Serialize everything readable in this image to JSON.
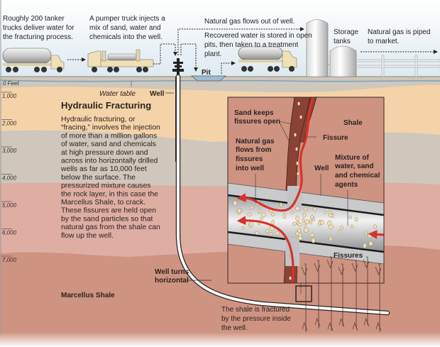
{
  "title": "Hydraulic Fracturing",
  "description_lines": [
    "Hydraulic fracturing, or",
    "“fracing,” involves the injection",
    "of more than a million gallons",
    "of water, sand and chemicals",
    "at high pressure down and",
    "across into horizontally drilled",
    "wells as far as 10,000 feet",
    "below the surface. The",
    "pressurized mixture causes",
    "the rock layer, in this case the",
    "Marcellus Shale, to crack.",
    "These fissures are held open",
    "by the sand particles so that",
    "natural gas from the shale can",
    "flow up the well."
  ],
  "surface": {
    "tanker_caption": [
      "Roughly 200 tanker",
      "trucks deliver water for",
      "the fracturing process."
    ],
    "pumper_caption": [
      "A pumper truck injects a",
      "mix of sand, water and",
      "chemicals into the well."
    ],
    "gas_out_caption": "Natural gas flows out of well.",
    "recovered_caption": [
      "Recovered water is stored in open",
      "pits, then taken to a treatment",
      "plant."
    ],
    "storage_caption": [
      "Storage",
      "tanks"
    ],
    "market_caption": [
      "Natural gas is piped",
      "to market."
    ],
    "pit_label": "Pit",
    "well_label": "Well",
    "water_table_label": "Water table",
    "zero_label": "0 Feet"
  },
  "depth_scale": {
    "unit": "feet",
    "ticks": [
      "1,000",
      "2,000",
      "3,000",
      "4,000",
      "5,000",
      "6,000",
      "7,000"
    ]
  },
  "inset": {
    "sand_label": [
      "Sand keeps",
      "fissures open"
    ],
    "shale_label": "Shale",
    "fissure_label": "Fissure",
    "gas_flow_label": [
      "Natural gas",
      "flows from",
      "fissures",
      "into well"
    ],
    "well_label": "Well",
    "mixture_label": [
      "Mixture of",
      "water, sand",
      "and chemical",
      "agents"
    ]
  },
  "underground": {
    "well_turns_label": [
      "Well turns",
      "horizontal"
    ],
    "marcellus_label": "Marcellus Shale",
    "fissures_label": "Fissures",
    "fractured_caption": [
      "The shale is fractured",
      "by the pressure inside",
      "the well."
    ]
  },
  "colors": {
    "sky": "#e6eff4",
    "ground_gray": "#cfc7bb",
    "sand_layer": "#f4d3a8",
    "pink_layer": "#deaea3",
    "shale": "#cf9382",
    "fissure_brown": "#7a3a30",
    "gas_red": "#d8322c",
    "pipe_gray": "#c9cacb",
    "sand_grain": "#f2dfb6"
  }
}
